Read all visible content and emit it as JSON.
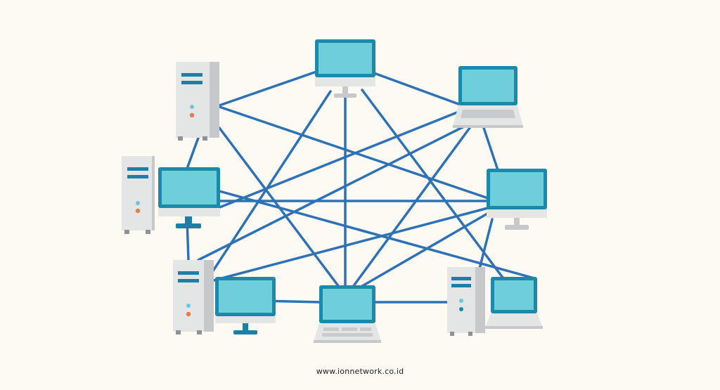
{
  "footer": {
    "website": "www.ionnetwork.co.id"
  },
  "colors": {
    "background": "#fcfaf3",
    "link": "#2e72b5",
    "screen_frame": "#1b8aa8",
    "screen_fill": "#6ecfdb",
    "case_light": "#e4e5e5",
    "case_shade": "#c6c8c9",
    "drive_bay": "#1b7fa6",
    "led_blue": "#6cc7dc",
    "led_orange": "#e77b45",
    "keyboard": "#c8cbcd"
  },
  "diagram": {
    "topology": "mesh",
    "nodes": [
      {
        "id": "server-upper-left",
        "icon": "tower-server-icon"
      },
      {
        "id": "monitor-top",
        "icon": "desktop-monitor-icon"
      },
      {
        "id": "laptop-upper-right",
        "icon": "laptop-icon"
      },
      {
        "id": "server-left",
        "icon": "tower-server-icon"
      },
      {
        "id": "monitor-left",
        "icon": "desktop-monitor-icon"
      },
      {
        "id": "monitor-right",
        "icon": "desktop-monitor-icon"
      },
      {
        "id": "server-lower-left",
        "icon": "tower-server-icon"
      },
      {
        "id": "monitor-lower-left",
        "icon": "desktop-monitor-icon"
      },
      {
        "id": "laptop-bottom",
        "icon": "laptop-icon"
      },
      {
        "id": "server-lower-right",
        "icon": "tower-server-icon"
      },
      {
        "id": "laptop-lower-right",
        "icon": "laptop-icon"
      }
    ]
  }
}
